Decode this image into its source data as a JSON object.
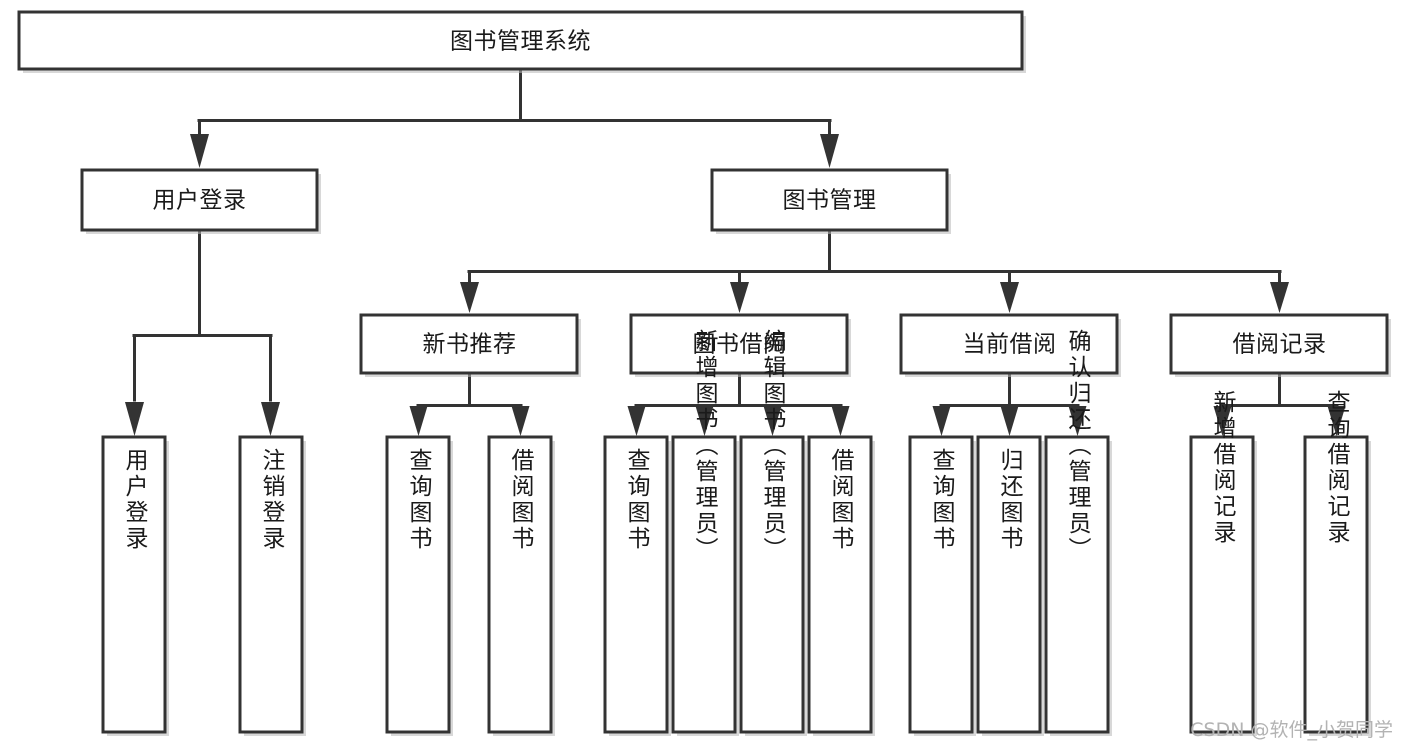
{
  "diagram": {
    "type": "tree-hierarchy-chart",
    "title": "图书管理系统",
    "background_color": "#ffffff",
    "box_border_color": "#333333",
    "box_fill_color": "#ffffff",
    "connector_color": "#333333",
    "text_color": "#1a1a1a",
    "levels": 4,
    "root": {
      "label": "图书管理系统",
      "orientation": "horizontal"
    },
    "level2": [
      {
        "label": "用户登录",
        "orientation": "horizontal"
      },
      {
        "label": "图书管理",
        "orientation": "horizontal"
      }
    ],
    "level3": [
      {
        "label": "新书推荐",
        "orientation": "horizontal",
        "parent": "图书管理"
      },
      {
        "label": "图书借阅",
        "orientation": "horizontal",
        "parent": "图书管理"
      },
      {
        "label": "当前借阅",
        "orientation": "horizontal",
        "parent": "图书管理"
      },
      {
        "label": "借阅记录",
        "orientation": "horizontal",
        "parent": "图书管理"
      }
    ],
    "leaves": [
      {
        "label": "用户登录",
        "orientation": "vertical",
        "parent": "用户登录"
      },
      {
        "label": "注销登录",
        "orientation": "vertical",
        "parent": "用户登录"
      },
      {
        "label": "查询图书",
        "orientation": "vertical",
        "parent": "新书推荐"
      },
      {
        "label": "借阅图书",
        "orientation": "vertical",
        "parent": "新书推荐"
      },
      {
        "label": "查询图书",
        "orientation": "vertical",
        "parent": "图书借阅"
      },
      {
        "label": "新增图书（管理员）",
        "orientation": "vertical",
        "parent": "图书借阅"
      },
      {
        "label": "编辑图书（管理员）",
        "orientation": "vertical",
        "parent": "图书借阅"
      },
      {
        "label": "借阅图书",
        "orientation": "vertical",
        "parent": "图书借阅"
      },
      {
        "label": "查询图书",
        "orientation": "vertical",
        "parent": "当前借阅"
      },
      {
        "label": "归还图书",
        "orientation": "vertical",
        "parent": "当前借阅"
      },
      {
        "label": "确认归还（管理员）",
        "orientation": "vertical",
        "parent": "当前借阅"
      },
      {
        "label": "新增借阅记录",
        "orientation": "vertical",
        "parent": "借阅记录"
      },
      {
        "label": "查询借阅记录",
        "orientation": "vertical",
        "parent": "借阅记录"
      }
    ]
  },
  "watermark": {
    "text": "CSDN @软件_小贺同学",
    "color": "#b3b3b3"
  }
}
